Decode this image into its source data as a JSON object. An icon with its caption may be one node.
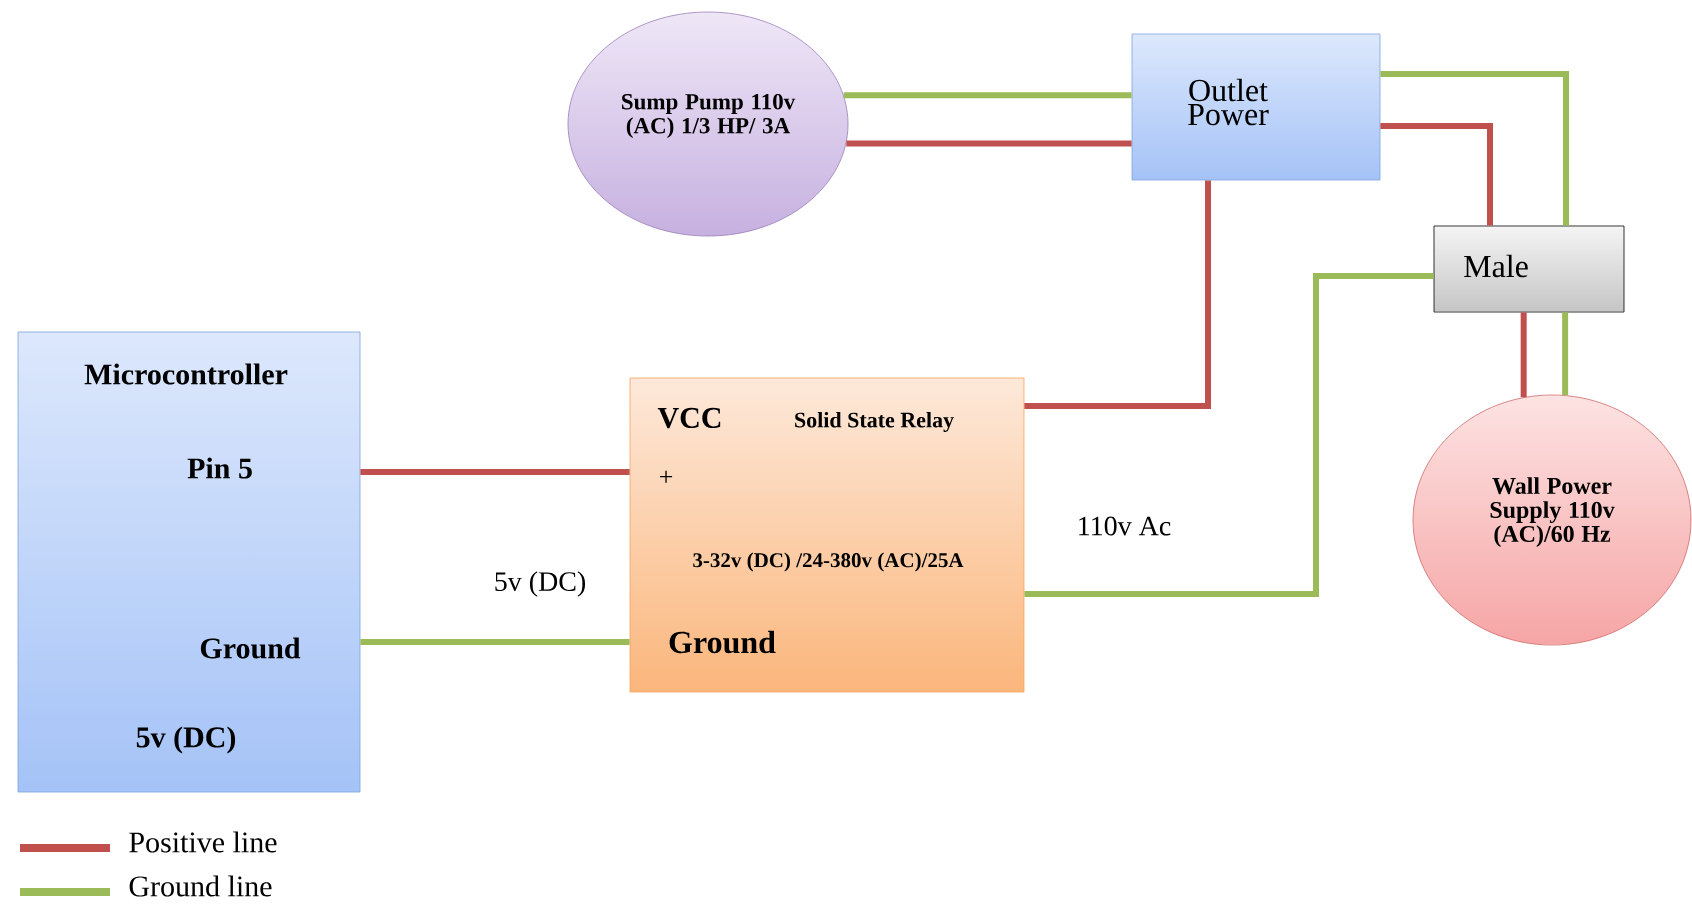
{
  "diagram": {
    "nodes": [
      {
        "text": [
          "Microcontroller",
          "Pin 5",
          "Ground",
          "5v (DC)"
        ]
      },
      {
        "text": [
          "VCC",
          "Solid State Relay",
          "+",
          "3-32v (DC) /24-380v (AC)/25A",
          "Ground"
        ]
      },
      {
        "text": [
          "Sump Pump 110v (AC) 1/3 HP/ 3A"
        ]
      },
      {
        "text": [
          "Outlet Power"
        ]
      },
      {
        "text": [
          "Male"
        ]
      },
      {
        "text": [
          "Wall Power Supply 110v (AC)/60 Hz"
        ]
      }
    ],
    "edges": [
      {
        "from": 0,
        "to": 1,
        "arrow": "none",
        "color": "#c0504d"
      },
      {
        "from": 0,
        "to": 1,
        "arrow": "none",
        "color": "#9bbb59"
      },
      {
        "from": 2,
        "to": 3,
        "arrow": "none",
        "color": "#9bbb59"
      },
      {
        "from": 2,
        "to": 3,
        "arrow": "none",
        "color": "#c0504d"
      },
      {
        "from": 3,
        "to": 4,
        "arrow": "none",
        "color": "#9bbb59"
      },
      {
        "from": 3,
        "to": 4,
        "arrow": "none",
        "color": "#c0504d"
      },
      {
        "from": 3,
        "to": 1,
        "arrow": "none",
        "color": "#c0504d"
      },
      {
        "from": 1,
        "to": 4,
        "arrow": "none",
        "color": "#9bbb59"
      },
      {
        "from": 4,
        "to": 5,
        "arrow": "none",
        "color": "#c0504d"
      },
      {
        "from": 4,
        "to": 5,
        "arrow": "none",
        "color": "#9bbb59"
      }
    ],
    "labels": [
      "5v (DC)",
      "110v Ac"
    ],
    "legend": [
      {
        "text": "Positive line",
        "color": "#c0504d"
      },
      {
        "text": "Ground line",
        "color": "#9bbb59"
      }
    ]
  }
}
